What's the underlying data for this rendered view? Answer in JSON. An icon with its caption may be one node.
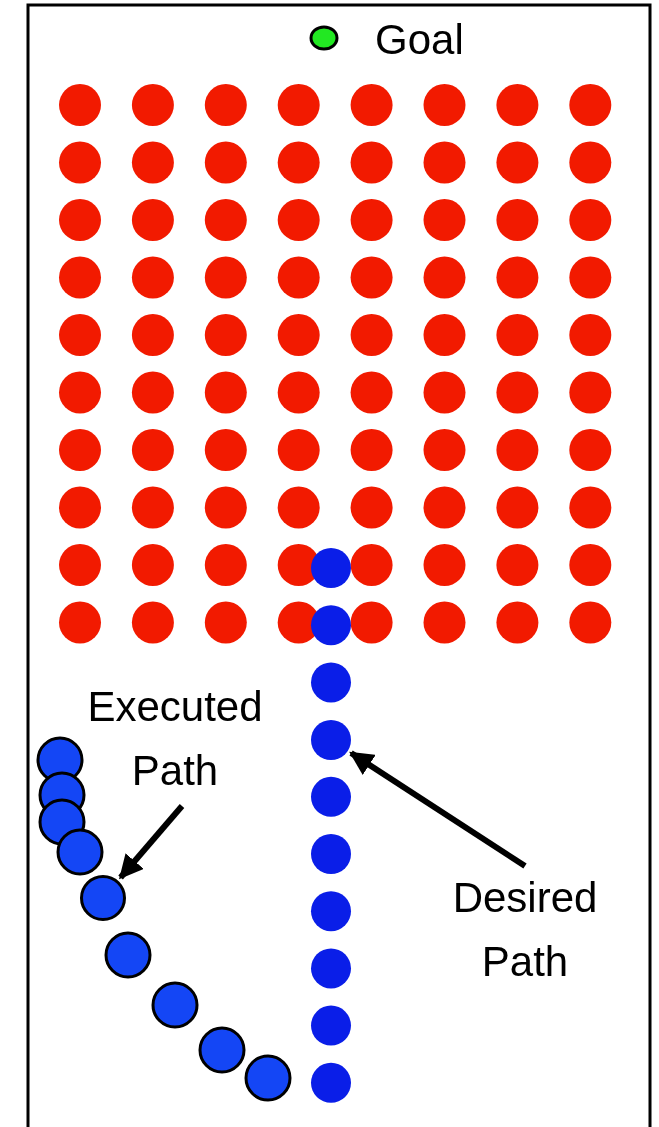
{
  "diagram": {
    "nodes": [
      {
        "text": [
          "Executed Path"
        ]
      },
      {
        "text": [],
        "shape": "circle"
      },
      {
        "text": [
          "Desired Path"
        ]
      },
      {
        "text": [],
        "shape": "circle"
      }
    ],
    "edges": [
      {
        "from": 0,
        "to": 1,
        "arrow": "to"
      },
      {
        "from": 2,
        "to": 3,
        "arrow": "to"
      }
    ],
    "labels": [
      "Goal"
    ]
  }
}
